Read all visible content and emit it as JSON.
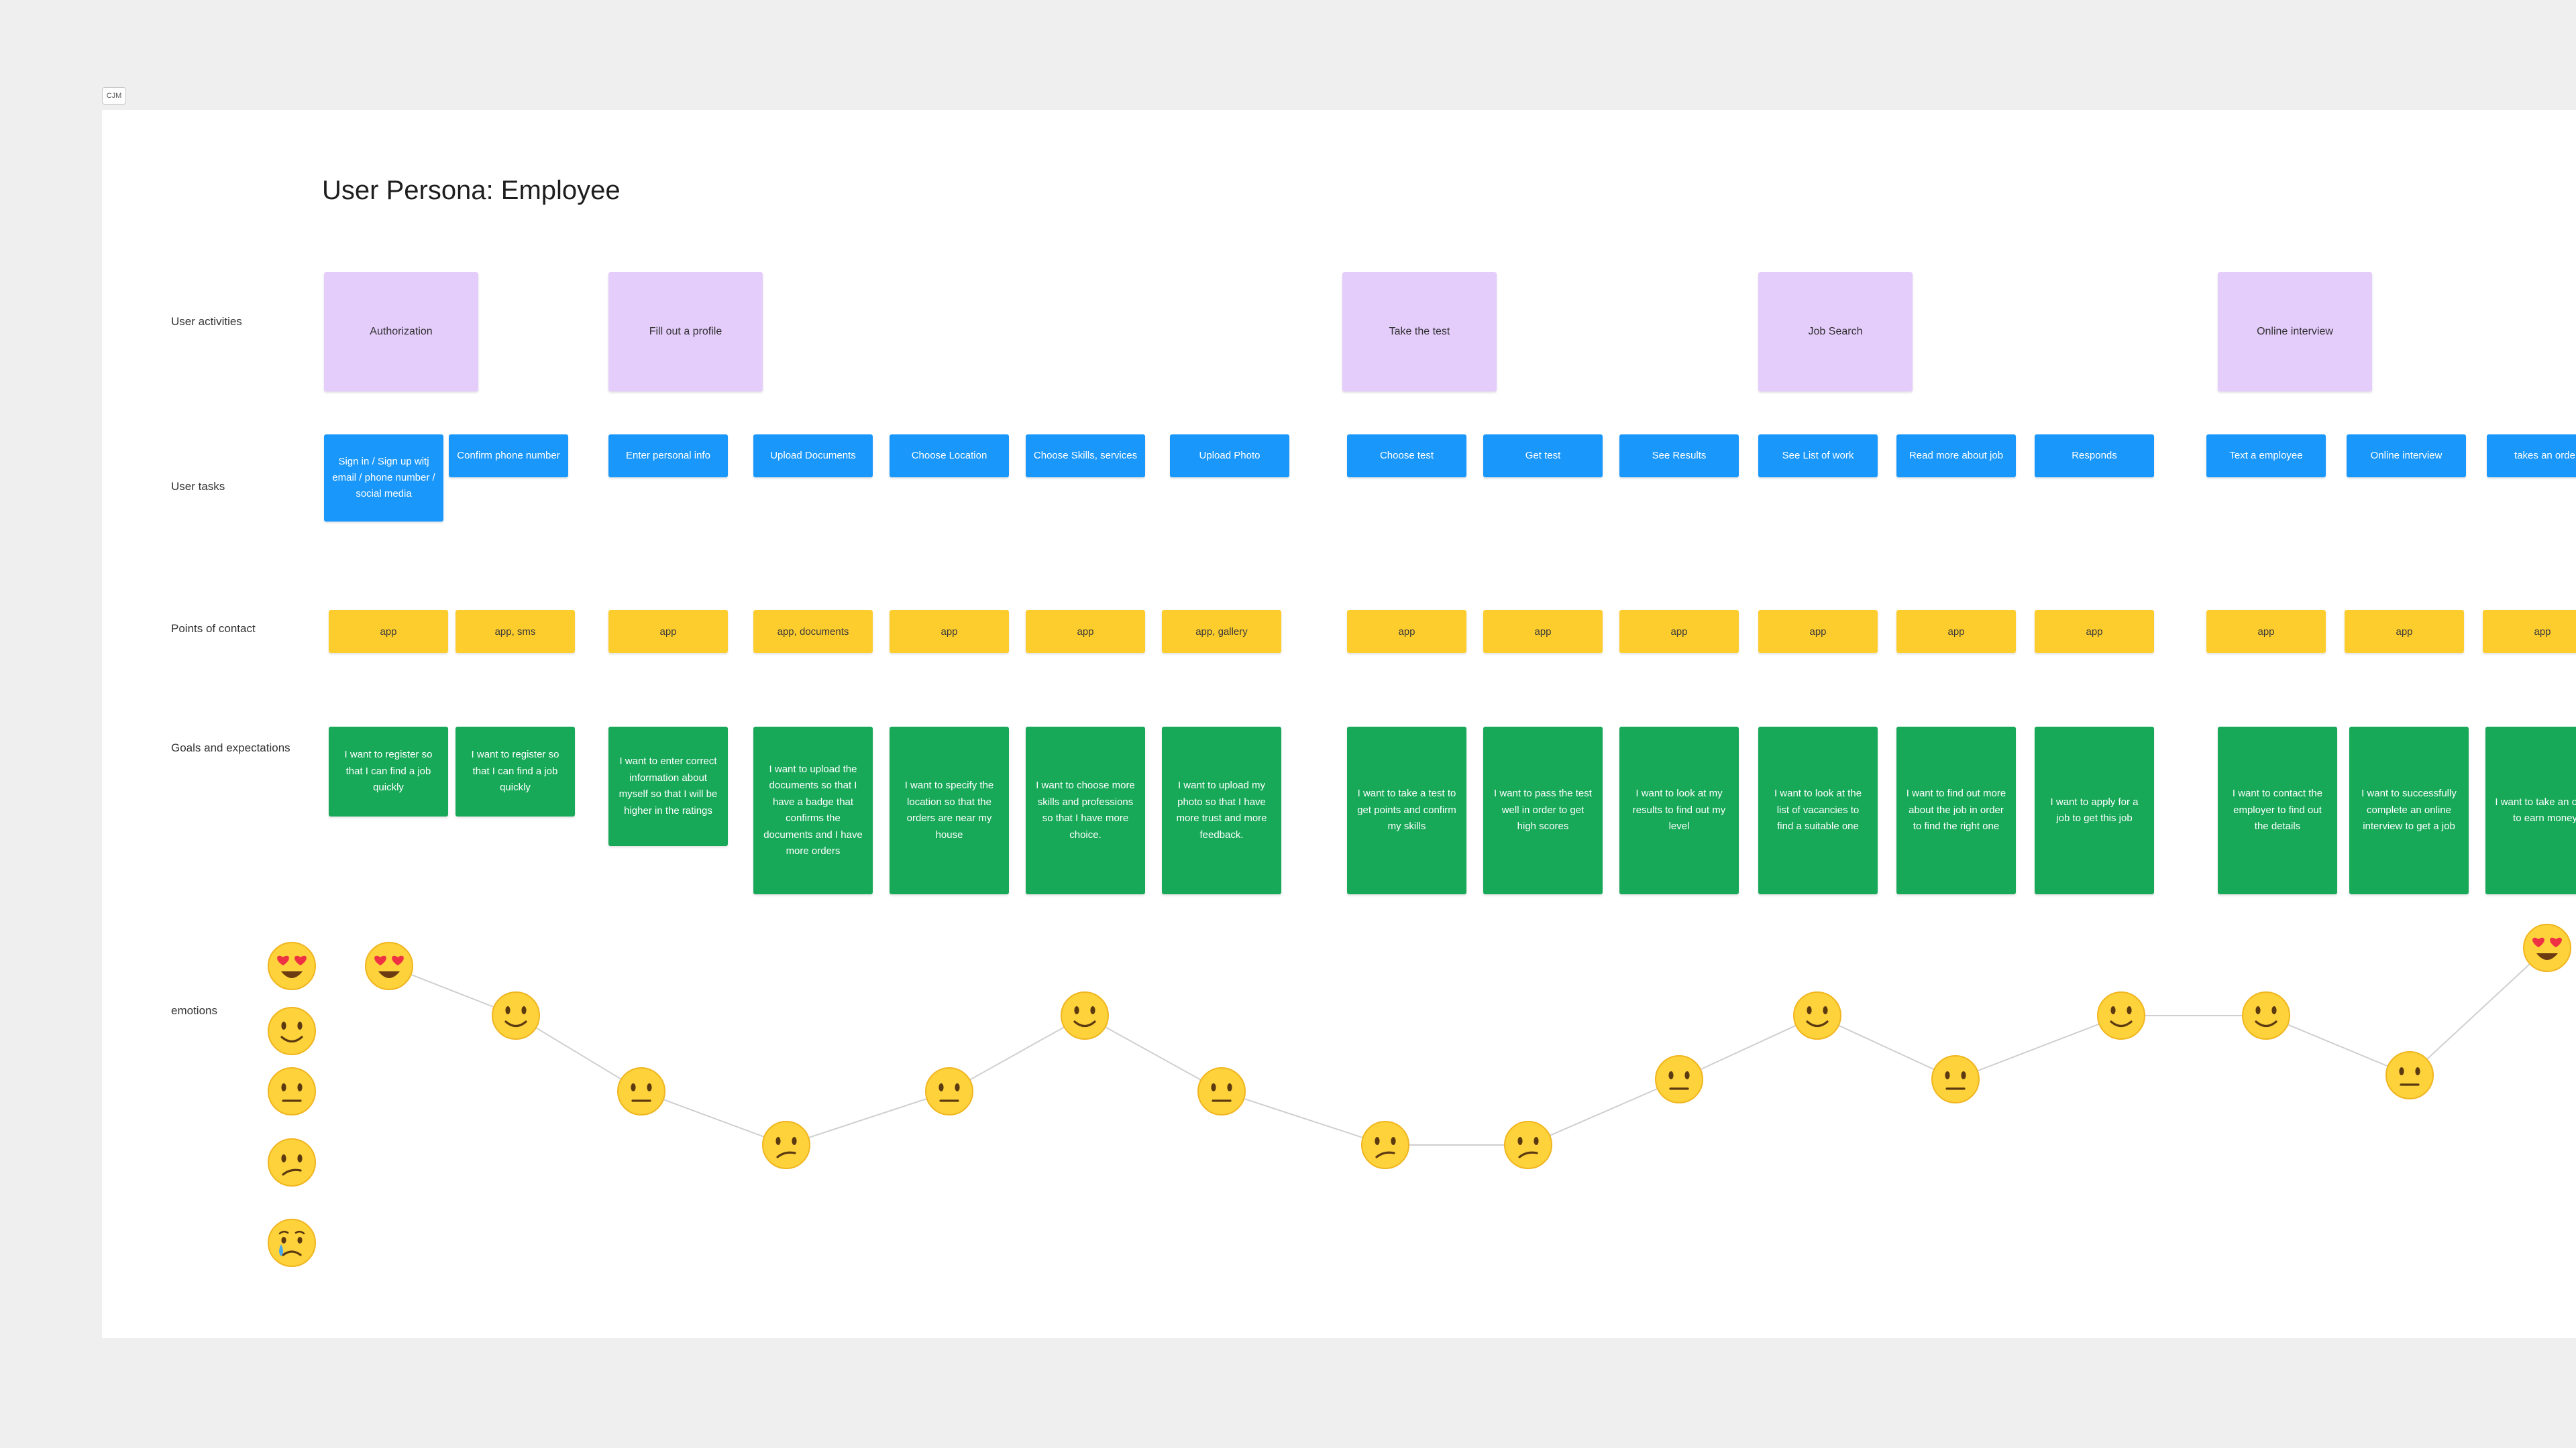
{
  "frame_tag": "CJM",
  "title": "User Persona: Employee",
  "row_labels": {
    "activities": "User activities",
    "tasks": "User tasks",
    "contact": "Points of contact",
    "goals": "Goals and expectations",
    "emotions": "emotions"
  },
  "activities": [
    "Authorization",
    "Fill out a profile",
    "Take the test",
    "Job Search",
    "Online interview"
  ],
  "tasks": [
    "Sign in / Sign up witj email / phone number / social media",
    "Confirm phone number",
    "Enter personal info",
    "Upload Documents",
    "Choose Location",
    "Choose Skills, services",
    "Upload Photo",
    "Choose test",
    "Get test",
    "See Results",
    "See List of work",
    "Read more about job",
    "Responds",
    "Text a employee",
    "Online interview",
    "takes an order"
  ],
  "contacts": [
    "app",
    "app, sms",
    "app",
    "app, documents",
    "app",
    "app",
    "app, gallery",
    "app",
    "app",
    "app",
    "app",
    "app",
    "app",
    "app",
    "app",
    "app"
  ],
  "goals": [
    "I want to register so that I can find a job quickly",
    "I want to register so that I can find a job quickly",
    "I want to enter correct information about myself so that I will be higher in the ratings",
    "I want to upload the documents so that I have a badge that confirms the documents and I have more orders",
    "I want to specify the location so that the orders are near my house",
    "I want to choose more skills and professions so that I have more choice.",
    "I want to upload my photo so that I have more trust and more feedback.",
    "I want to take a test to get points and confirm my skills",
    "I want to pass the test well in order to get high scores",
    "I want to look at my results to find out my level",
    "I want to look at the list of vacancies to find a suitable one",
    "I want to find out more about the job in order to find the right one",
    "I want to apply for a job to get this job",
    "I want to contact the employer to find out the details",
    "I want to successfully complete an online interview to get a job",
    "I want to take an order to earn money"
  ],
  "emotion_scale": [
    "love-emoji",
    "smile-emoji",
    "neutral-emoji",
    "confused-emoji",
    "cry-emoji"
  ],
  "emotions": [
    "love",
    "smile",
    "neutral",
    "confused",
    "neutral",
    "smile",
    "neutral",
    "confused",
    "confused",
    "neutral",
    "smile",
    "neutral",
    "smile",
    "smile",
    "neutral",
    "love"
  ],
  "colors": {
    "activity": "#e4ccfb",
    "task": "#1997fb",
    "contact": "#fdcd2e",
    "goal": "#17a858"
  }
}
